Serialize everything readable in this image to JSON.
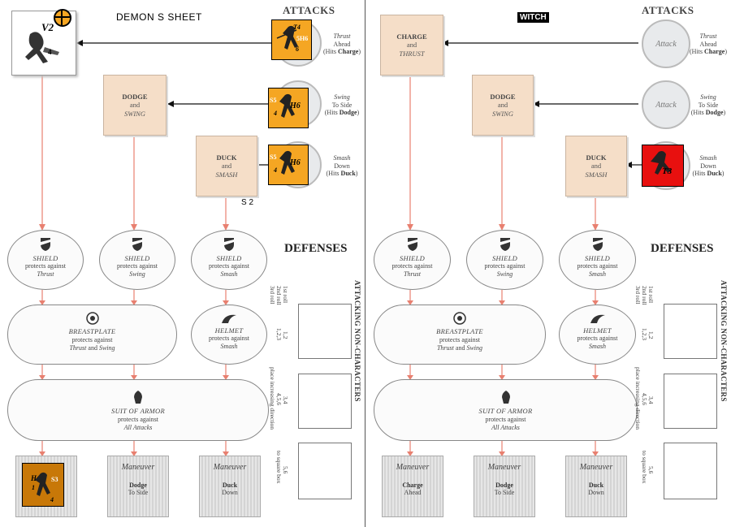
{
  "left": {
    "title": "DEMON S      SHEET",
    "attacks_heading": "ATTACKS",
    "defenses_heading": "DEFENSES",
    "character_card": {
      "v": "V2",
      "n": "4"
    },
    "maneuvers": [
      {
        "line1": "DODGE",
        "line2": "and",
        "line3": "SWING"
      },
      {
        "line1": "DUCK",
        "line2": "and",
        "line3": "SMASH"
      }
    ],
    "attacks": [
      {
        "l1": "Thrust",
        "l2": "Ahead",
        "l3": "(Hits ",
        "l4": "Charge",
        "l5": ")"
      },
      {
        "l1": "Swing",
        "l2": "To Side",
        "l3": "(Hits ",
        "l4": "Dodge",
        "l5": ")"
      },
      {
        "l1": "Smash",
        "l2": "Down",
        "l3": "(Hits ",
        "l4": "Duck",
        "l5": ")"
      }
    ],
    "counters": [
      {
        "a": "T4",
        "b": "5H6",
        "c": "6"
      },
      {
        "a": "S5",
        "b": "H6",
        "c": "4"
      },
      {
        "a": "S5",
        "b": "H6",
        "c": "4"
      }
    ],
    "s2_label": "S 2",
    "bottom_counter": {
      "a": "H",
      "b": "S3",
      "c": "1",
      "d": "4"
    },
    "maneuver_partial": "Maneuver"
  },
  "right": {
    "title": "WITCH",
    "attacks_heading": "ATTACKS",
    "defenses_heading": "DEFENSES",
    "maneuvers": [
      {
        "line1": "CHARGE",
        "line2": "and",
        "line3": "THRUST"
      },
      {
        "line1": "DODGE",
        "line2": "and",
        "line3": "SWING"
      },
      {
        "line1": "DUCK",
        "line2": "and",
        "line3": "SMASH"
      }
    ],
    "attack_circle_label": "Attack",
    "attacks": [
      {
        "l1": "Thrust",
        "l2": "Ahead",
        "l3": "(Hits ",
        "l4": "Charge",
        "l5": ")"
      },
      {
        "l1": "Swing",
        "l2": "To Side",
        "l3": "(Hits ",
        "l4": "Dodge",
        "l5": ")"
      },
      {
        "l1": "Smash",
        "l2": "Down",
        "l3": "(Hits ",
        "l4": "Duck",
        "l5": ")"
      }
    ],
    "red_counter": {
      "a": "T3"
    }
  },
  "defenses": {
    "shields": [
      {
        "name": "SHIELD",
        "p": "protects against",
        "what": "Thrust"
      },
      {
        "name": "SHIELD",
        "p": "protects against",
        "what": "Swing"
      },
      {
        "name": "SHIELD",
        "p": "protects against",
        "what": "Smash"
      }
    ],
    "breastplate": {
      "name": "BREASTPLATE",
      "p": "protects against",
      "w1": "Thrust",
      "and": " and ",
      "w2": "Swing"
    },
    "helmet": {
      "name": "HELMET",
      "p": "protects against",
      "what": "Smash"
    },
    "suit": {
      "name": "SUIT OF ARMOR",
      "p": "protects against",
      "what": "All Attacks"
    },
    "bottom": [
      {
        "title": "Maneuver",
        "l1": "Charge",
        "l2": "Ahead"
      },
      {
        "title": "Maneuver",
        "l1": "Dodge",
        "l2": "To Side"
      },
      {
        "title": "Maneuver",
        "l1": "Duck",
        "l2": "Down"
      }
    ],
    "roll_labels": {
      "r1": "1st roll",
      "r2": "2nd roll",
      "r3": "3rd roll",
      "b1": "1,2",
      "b2": "1,2,3",
      "c1": "3,4",
      "c2": "4,5,6",
      "c3": "place increasing direction",
      "d1": "5,6",
      "d2": "to square box"
    },
    "side_heading": "ATTACKING NON-CHARACTERS"
  },
  "colors": {
    "counter_orange": "#f5a623",
    "counter_red": "#e8100f",
    "counter_bronze": "#c87808",
    "maneuver_fill": "#f5dec8",
    "arrow_salmon": "#e88070"
  }
}
